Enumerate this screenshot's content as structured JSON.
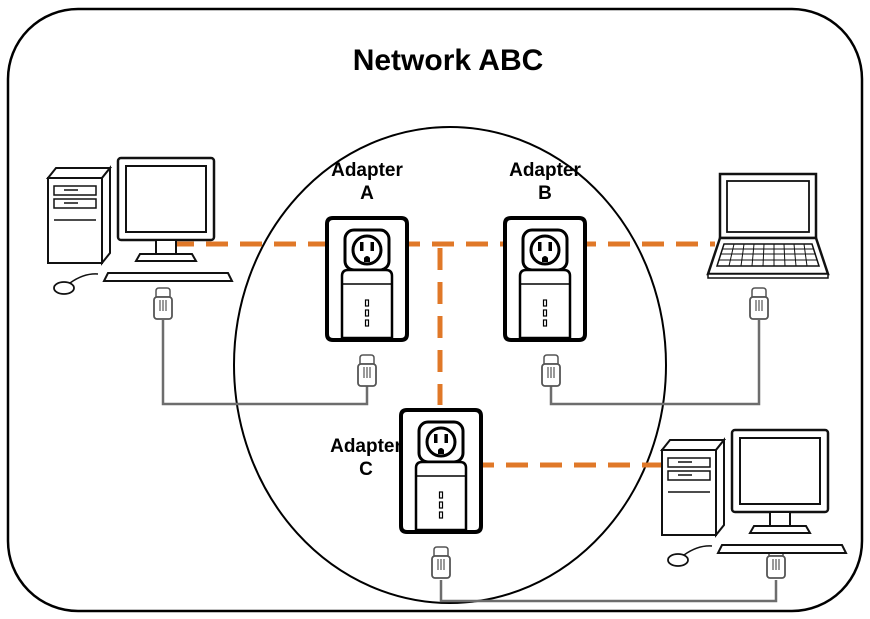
{
  "network": {
    "title": "Network ABC"
  },
  "adapters": [
    {
      "id": "A",
      "label_line1": "Adapter",
      "label_line2": "A"
    },
    {
      "id": "B",
      "label_line1": "Adapter",
      "label_line2": "B"
    },
    {
      "id": "C",
      "label_line1": "Adapter",
      "label_line2": "C"
    }
  ],
  "devices": [
    {
      "type": "desktop-computer",
      "icon": "desktop-computer-icon"
    },
    {
      "type": "laptop",
      "icon": "laptop-icon"
    },
    {
      "type": "desktop-computer",
      "icon": "desktop-computer-icon"
    }
  ],
  "colors": {
    "powerline_link": "#e07828",
    "ethernet_cable": "#6d6d6d",
    "outline": "#111111"
  }
}
